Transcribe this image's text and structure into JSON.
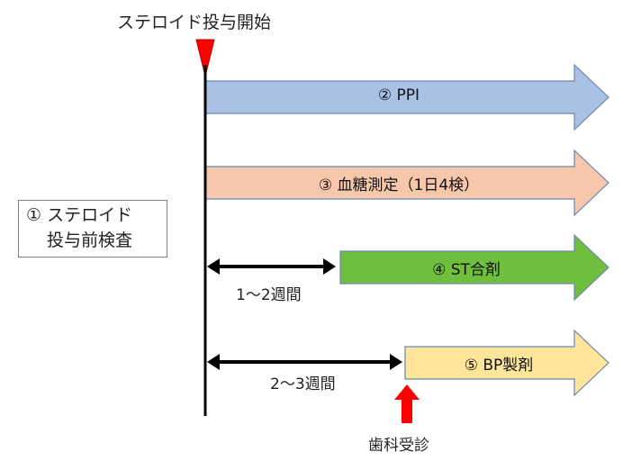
{
  "title": "ステロイド投与開始",
  "pre_check": {
    "line1": "① ステロイド",
    "line2": "投与前検査"
  },
  "arrows": [
    {
      "label": "② PPI",
      "color": "#a9c1e5"
    },
    {
      "label": "③ 血糖測定（1日4検）",
      "color": "#f7c7ac"
    },
    {
      "label": "④ ST合剤",
      "color": "#6fbe3c"
    },
    {
      "label": "⑤ BP製剤",
      "color": "#ffe59a"
    }
  ],
  "intervals": [
    {
      "label": "1～2週間"
    },
    {
      "label": "2～3週間"
    }
  ],
  "dental": "歯科受診",
  "colors": {
    "marker": "#ff0000",
    "outline": "#6b87b0",
    "line": "#000000"
  }
}
